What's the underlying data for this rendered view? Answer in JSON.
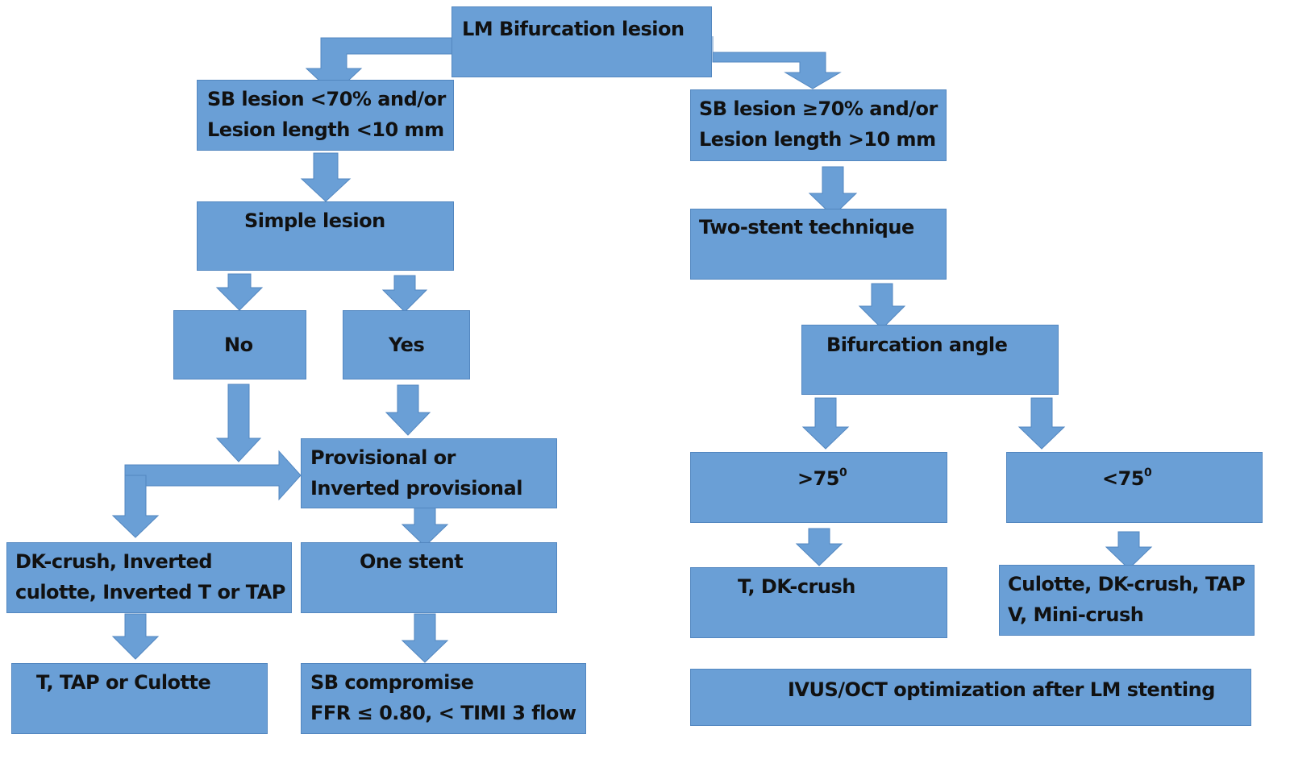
{
  "colors": {
    "box_fill": "#6a9fd6",
    "box_border": "#5387c0",
    "arrow_fill": "#6a9fd6",
    "text": "#111111"
  },
  "nodes": {
    "root": {
      "lines": [
        "LM  Bifurcation lesion"
      ]
    },
    "left_criteria": {
      "lines": [
        "SB lesion <70% and/or",
        "Lesion length <10 mm"
      ]
    },
    "right_criteria": {
      "lines": [
        "SB lesion ≥70% and/or",
        "Lesion length >10 mm"
      ]
    },
    "simple_lesion": {
      "lines": [
        "Simple lesion"
      ]
    },
    "two_stent": {
      "lines": [
        "Two-stent technique"
      ]
    },
    "no": {
      "lines": [
        "No"
      ]
    },
    "yes": {
      "lines": [
        "Yes"
      ]
    },
    "bif_angle": {
      "lines": [
        "Bifurcation angle"
      ]
    },
    "provisional": {
      "lines": [
        "Provisional or",
        "Inverted provisional"
      ]
    },
    "angle_gt": {
      "text": ">75",
      "sup": "0"
    },
    "angle_lt": {
      "text": "<75",
      "sup": "0"
    },
    "dk_crush_inverted": {
      "lines": [
        "DK-crush, Inverted",
        "culotte, Inverted T or TAP"
      ]
    },
    "one_stent": {
      "lines": [
        "One stent"
      ]
    },
    "t_dk_crush": {
      "lines": [
        "T, DK-crush"
      ]
    },
    "culotte_dk_tap": {
      "lines": [
        "Culotte, DK-crush, TAP",
        "V, Mini-crush"
      ]
    },
    "t_tap_culotte": {
      "lines": [
        "T, TAP or Culotte"
      ]
    },
    "sb_compromise": {
      "lines": [
        "SB compromise",
        "FFR ≤ 0.80, < TIMI 3 flow"
      ]
    },
    "ivus_oct": {
      "lines": [
        "IVUS/OCT optimization after LM stenting"
      ]
    }
  }
}
